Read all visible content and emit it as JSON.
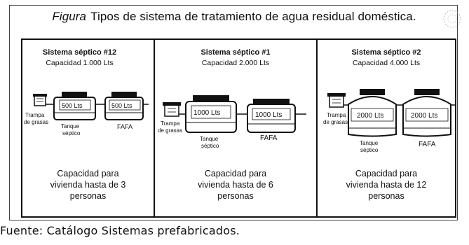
{
  "figure": {
    "label": "Figura",
    "title": "Tipos de sistema de tratamiento de agua residual doméstica."
  },
  "systems": [
    {
      "title": "Sistema séptico #12",
      "capacity": "Capacidad 1.000 Lts",
      "tank_labels": [
        "500 Lts",
        "500 Lts"
      ],
      "component_labels": {
        "grease_trap": [
          "Trampa",
          "de grasas"
        ],
        "septic_tank": [
          "Tanque",
          "séptico"
        ],
        "fafa": "FAFA"
      },
      "description": [
        "Capacidad para",
        "vivienda hasta de 3",
        "personas"
      ]
    },
    {
      "title": "Sistema séptico #1",
      "capacity": "Capacidad 2.000 Lts",
      "tank_labels": [
        "1000 Lts",
        "1000 Lts"
      ],
      "component_labels": {
        "grease_trap": [
          "Trampa",
          "de grasas"
        ],
        "septic_tank": [
          "Tanque",
          "séptico"
        ],
        "fafa": "FAFA"
      },
      "description": [
        "Capacidad para",
        "vivienda hasta de 6",
        "personas"
      ]
    },
    {
      "title": "Sistema séptico #2",
      "capacity": "Capacidad 4.000 Lts",
      "tank_labels": [
        "2000 Lts",
        "2000 Lts"
      ],
      "component_labels": {
        "grease_trap": [
          "Trampa",
          "de grasas"
        ],
        "septic_tank": [
          "Tanque",
          "séptico"
        ],
        "fafa": "FAFA"
      },
      "description": [
        "Capacidad para",
        "vivienda hasta de 12",
        "personas"
      ]
    }
  ],
  "source": "Fuente: Catálogo Sistemas prefabricados."
}
